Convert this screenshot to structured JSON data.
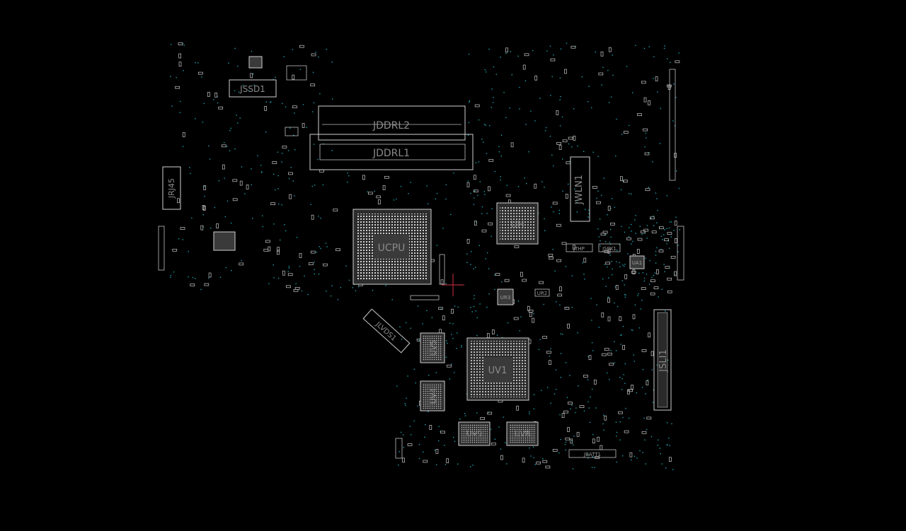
{
  "labels": {
    "jssd1": "JSSD1",
    "jddrl2": "JDDRL2",
    "jddrl1": "JDDRL1",
    "jrj45": "JRJ45",
    "ucpu": "UCPU",
    "uh": "UH",
    "jwln1": "JWLN1",
    "jthp": "JTHP",
    "jspk1": "JSPK1",
    "ua1": "UA1",
    "jlvds1": "JLVDS1",
    "uv5": "UV5",
    "uv4": "UV4",
    "uv1": "UV1",
    "uv9": "UV9",
    "uv8": "UV8",
    "jsli1": "JSLI1",
    "jbatt1": "JBATT1",
    "ur3": "UR3",
    "ur2": "UR2"
  },
  "colors": {
    "background": "#000000",
    "outline": "#cfcfcf",
    "via": "#1fa2b0",
    "label": "#8a8a8a",
    "marker": "#d03040"
  }
}
